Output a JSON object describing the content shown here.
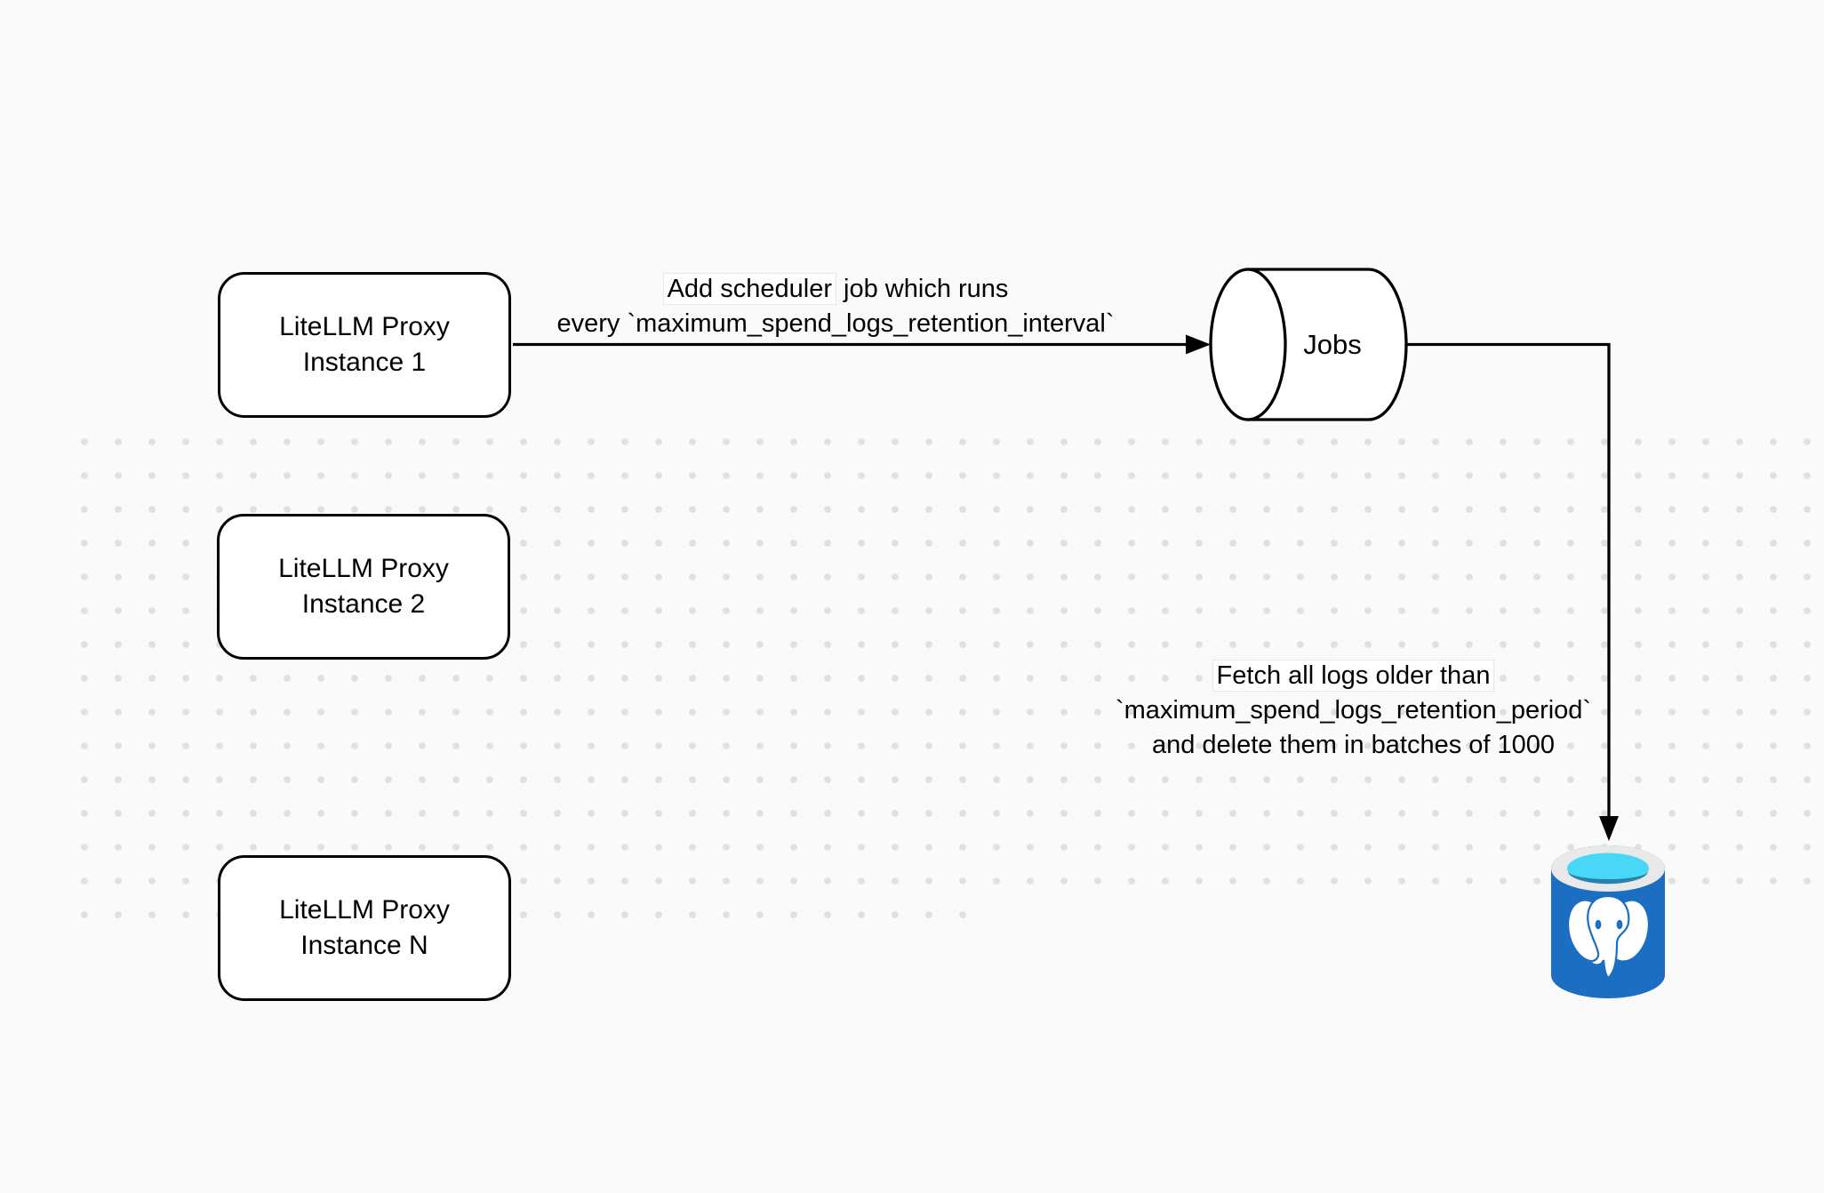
{
  "page": {
    "background": "#fafafa"
  },
  "diagram": {
    "nodes": {
      "proxy_instance_1": {
        "line1": "LiteLLM Proxy",
        "line2": "Instance 1"
      },
      "proxy_instance_2": {
        "line1": "LiteLLM Proxy",
        "line2": "Instance 2"
      },
      "proxy_instance_n": {
        "line1": "LiteLLM Proxy",
        "line2": "Instance N"
      },
      "jobs_queue": {
        "label": "Jobs"
      },
      "postgres_db": {
        "icon": "postgresql-database"
      }
    },
    "edges": {
      "add_scheduler": {
        "label_highlighted": "Add scheduler",
        "label_rest": " job which runs",
        "label_line2": "every `maximum_spend_logs_retention_interval`"
      },
      "fetch_delete": {
        "label_line1": "Fetch all logs older than",
        "label_line2": "`maximum_spend_logs_retention_period`",
        "label_line3": "and delete them in batches of 1000"
      }
    },
    "colors": {
      "stroke": "#000000",
      "node_fill": "#ffffff",
      "dot_grid": "#e0e0e0",
      "postgres_body": "#1b6ec2",
      "postgres_rim": "#e9e9e9",
      "postgres_water": "#48d7f7",
      "postgres_water_shade": "#2b80a9",
      "postgres_elephant": "#ffffff"
    }
  }
}
